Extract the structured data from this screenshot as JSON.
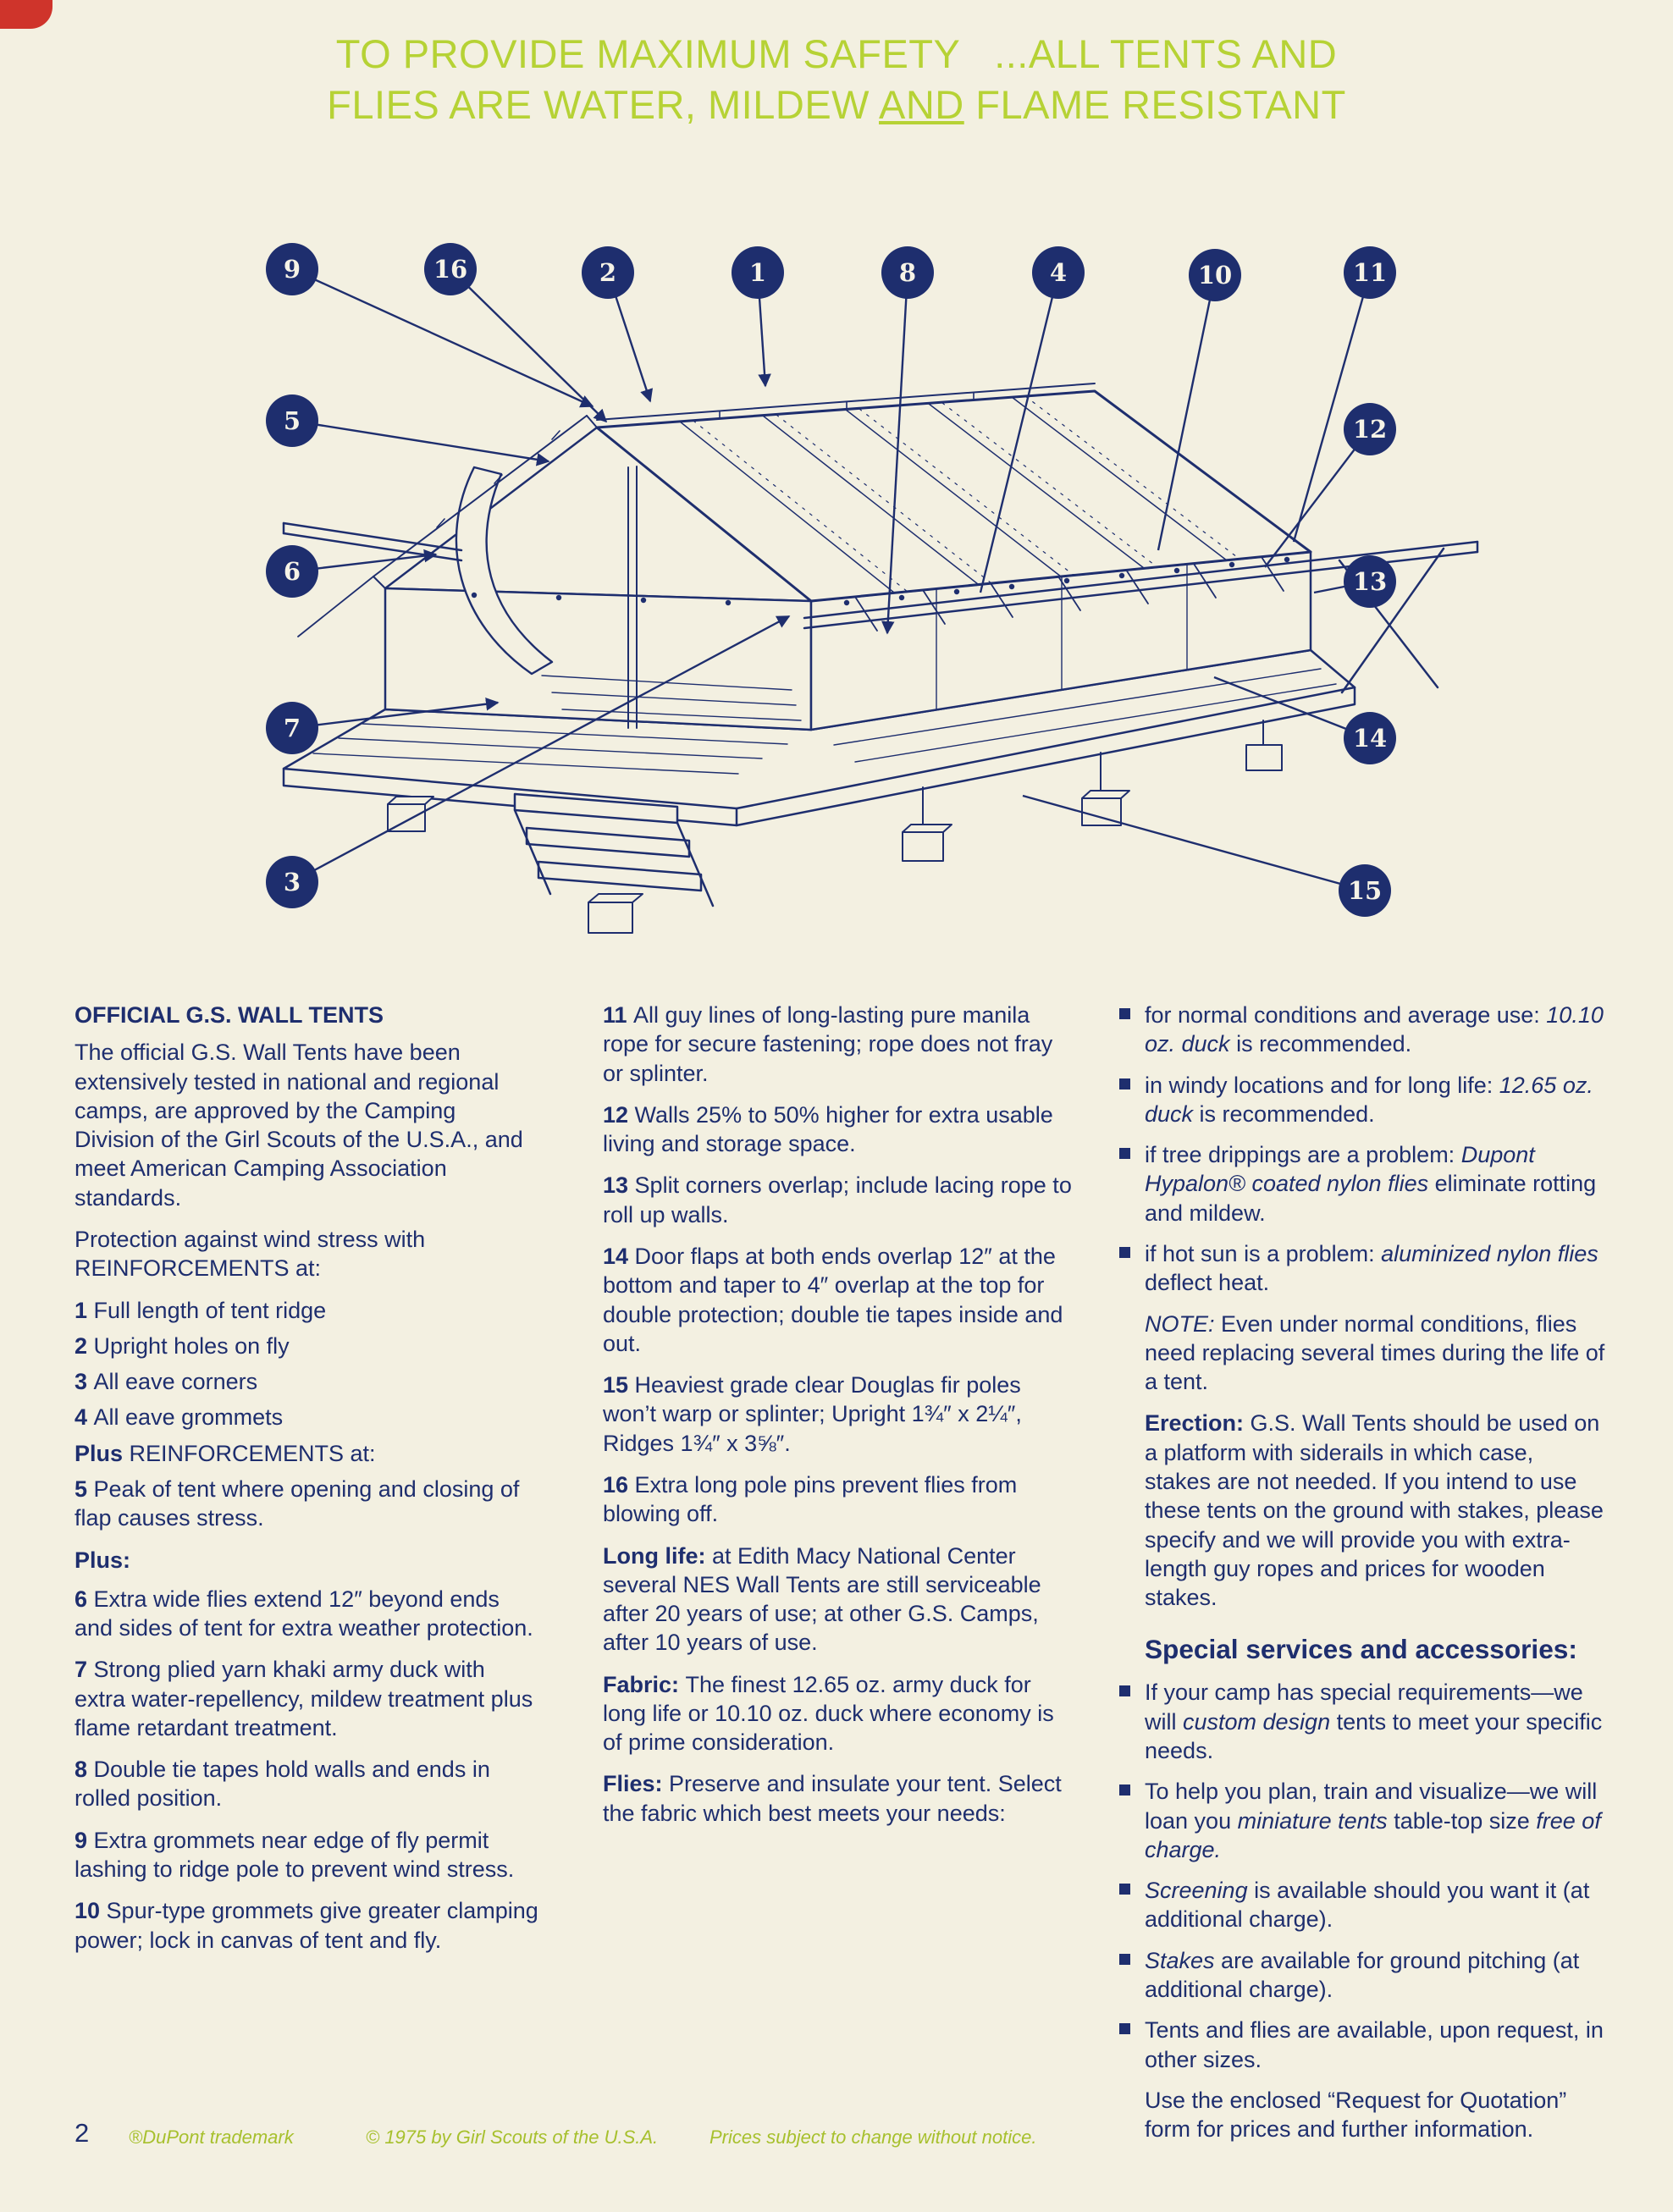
{
  "colors": {
    "background": "#f3f0e1",
    "ink": "#1e2e6e",
    "accent_green": "#b6d235",
    "credit_green": "#a7c02d",
    "corner_mark_red": "#cf342b"
  },
  "headline": {
    "line1": "TO PROVIDE MAXIMUM SAFETY   ...ALL TENTS AND",
    "line2": [
      {
        "t": "FLIES ARE WATER, MILDEW "
      },
      {
        "t": "AND",
        "s": "u"
      },
      {
        "t": " FLAME RESISTANT"
      }
    ]
  },
  "diagram": {
    "callouts": [
      {
        "n": "9"
      },
      {
        "n": "16"
      },
      {
        "n": "2"
      },
      {
        "n": "1"
      },
      {
        "n": "8"
      },
      {
        "n": "4"
      },
      {
        "n": "10"
      },
      {
        "n": "11"
      },
      {
        "n": "5"
      },
      {
        "n": "12"
      },
      {
        "n": "6"
      },
      {
        "n": "13"
      },
      {
        "n": "7"
      },
      {
        "n": "14"
      },
      {
        "n": "3"
      },
      {
        "n": "15"
      }
    ]
  },
  "col1": {
    "heading": "OFFICIAL G.S. WALL TENTS",
    "intro": "The official G.S. Wall Tents have been extensively tested in national and regional camps, are approved by the Camping Division of the Girl Scouts of the U.S.A., and meet American Camping Association standards.",
    "protection": "Protection against wind stress with REINFORCEMENTS at:",
    "items": [
      [
        {
          "t": "1 ",
          "s": "b"
        },
        {
          "t": "Full length of tent ridge"
        }
      ],
      [
        {
          "t": "2 ",
          "s": "b"
        },
        {
          "t": "Upright holes on fly"
        }
      ],
      [
        {
          "t": "3 ",
          "s": "b"
        },
        {
          "t": "All eave corners"
        }
      ],
      [
        {
          "t": "4 ",
          "s": "b"
        },
        {
          "t": "All eave grommets"
        }
      ]
    ],
    "plus_line": [
      {
        "t": "Plus ",
        "s": "b"
      },
      {
        "t": "REINFORCEMENTS at:"
      }
    ],
    "item5": [
      {
        "t": "5 ",
        "s": "b"
      },
      {
        "t": "Peak of tent where opening and closing of flap causes stress."
      }
    ],
    "plus_heading": "Plus:",
    "items6_10": [
      [
        {
          "t": "6 ",
          "s": "b"
        },
        {
          "t": "Extra wide flies extend 12″ beyond ends and sides of tent for extra weather protection."
        }
      ],
      [
        {
          "t": "7 ",
          "s": "b"
        },
        {
          "t": "Strong plied yarn khaki army duck with extra water-repellency, mildew treatment plus flame retardant treatment."
        }
      ],
      [
        {
          "t": "8 ",
          "s": "b"
        },
        {
          "t": "Double tie tapes hold walls and ends in rolled position."
        }
      ],
      [
        {
          "t": "9 ",
          "s": "b"
        },
        {
          "t": "Extra grommets near edge of fly permit lashing to ridge pole to prevent wind stress."
        }
      ],
      [
        {
          "t": "10 ",
          "s": "b"
        },
        {
          "t": "Spur-type grommets give greater clamping power; lock in canvas of tent and fly."
        }
      ]
    ]
  },
  "col2": {
    "items": [
      [
        {
          "t": "11 ",
          "s": "b"
        },
        {
          "t": "All guy lines of long-lasting pure manila rope for secure fastening; rope does not fray or splinter."
        }
      ],
      [
        {
          "t": "12 ",
          "s": "b"
        },
        {
          "t": "Walls 25% to 50% higher for extra usable living and storage space."
        }
      ],
      [
        {
          "t": "13 ",
          "s": "b"
        },
        {
          "t": "Split corners overlap; include lacing rope to roll up walls."
        }
      ],
      [
        {
          "t": "14 ",
          "s": "b"
        },
        {
          "t": "Door flaps at both ends overlap 12″ at the bottom and taper to 4″ overlap at the top for double protection; double tie tapes inside and out."
        }
      ],
      [
        {
          "t": "15 ",
          "s": "b"
        },
        {
          "t": "Heaviest grade clear Douglas fir poles won’t warp or splinter; Upright 1¾″ x 2¼″, Ridges 1¾″ x 3⅝″."
        }
      ],
      [
        {
          "t": "16 ",
          "s": "b"
        },
        {
          "t": "Extra long pole pins prevent flies from blowing off."
        }
      ]
    ],
    "long_life": [
      {
        "t": "Long life: ",
        "s": "b"
      },
      {
        "t": "at Edith Macy National Center several NES Wall Tents are still serviceable after 20 years of use; at other G.S. Camps, after 10 years of use."
      }
    ],
    "fabric": [
      {
        "t": "Fabric: ",
        "s": "b"
      },
      {
        "t": "The finest 12.65 oz. army duck for long life or 10.10 oz. duck where economy is of prime consideration."
      }
    ],
    "flies": [
      {
        "t": "Flies: ",
        "s": "b"
      },
      {
        "t": "Preserve and insulate your tent. Select the fabric which best meets your needs:"
      }
    ]
  },
  "col3": {
    "bullets": [
      [
        {
          "t": "for normal conditions and average use: "
        },
        {
          "t": "10.10 oz. duck",
          "s": "i"
        },
        {
          "t": " is recommended."
        }
      ],
      [
        {
          "t": "in windy locations and for long life: "
        },
        {
          "t": "12.65 oz. duck",
          "s": "i"
        },
        {
          "t": " is recommended."
        }
      ],
      [
        {
          "t": "if tree drippings are a problem: "
        },
        {
          "t": "Dupont Hypalon® coated nylon flies",
          "s": "i"
        },
        {
          "t": " eliminate rotting and mildew."
        }
      ],
      [
        {
          "t": "if hot sun is a problem: "
        },
        {
          "t": "aluminized nylon flies",
          "s": "i"
        },
        {
          "t": " deflect heat."
        }
      ]
    ],
    "note": [
      {
        "t": "NOTE: ",
        "s": "i"
      },
      {
        "t": "Even under normal conditions, flies need replacing several times during the life of a tent."
      }
    ],
    "erection": [
      {
        "t": "Erection: ",
        "s": "b"
      },
      {
        "t": "G.S. Wall Tents should be used on a platform with siderails in which case, stakes are not needed. If you intend to use these tents on the ground with stakes, please specify and we will provide you with extra-length guy ropes and prices for wooden stakes."
      }
    ],
    "special_heading": "Special services and accessories:",
    "services": [
      [
        {
          "t": "If your camp has special requirements—we will "
        },
        {
          "t": "custom design",
          "s": "i"
        },
        {
          "t": " tents to meet your specific needs."
        }
      ],
      [
        {
          "t": "To help you plan, train and visualize—we will loan you "
        },
        {
          "t": "miniature tents",
          "s": "i"
        },
        {
          "t": " table-top size "
        },
        {
          "t": "free of charge.",
          "s": "i"
        }
      ],
      [
        {
          "t": "Screening",
          "s": "i"
        },
        {
          "t": " is available should you want it (at additional charge)."
        }
      ],
      [
        {
          "t": "Stakes",
          "s": "i"
        },
        {
          "t": " are available for ground pitching (at additional charge)."
        }
      ],
      [
        {
          "t": "Tents and flies are available, upon request, in other sizes."
        }
      ]
    ],
    "closing": "Use the enclosed “Request for Quotation” form for prices and further information."
  },
  "footer": {
    "page_number": "2",
    "trademark": "®DuPont trademark",
    "copyright": "© 1975 by Girl Scouts of the U.S.A.",
    "notice": "Prices subject to change without notice."
  }
}
